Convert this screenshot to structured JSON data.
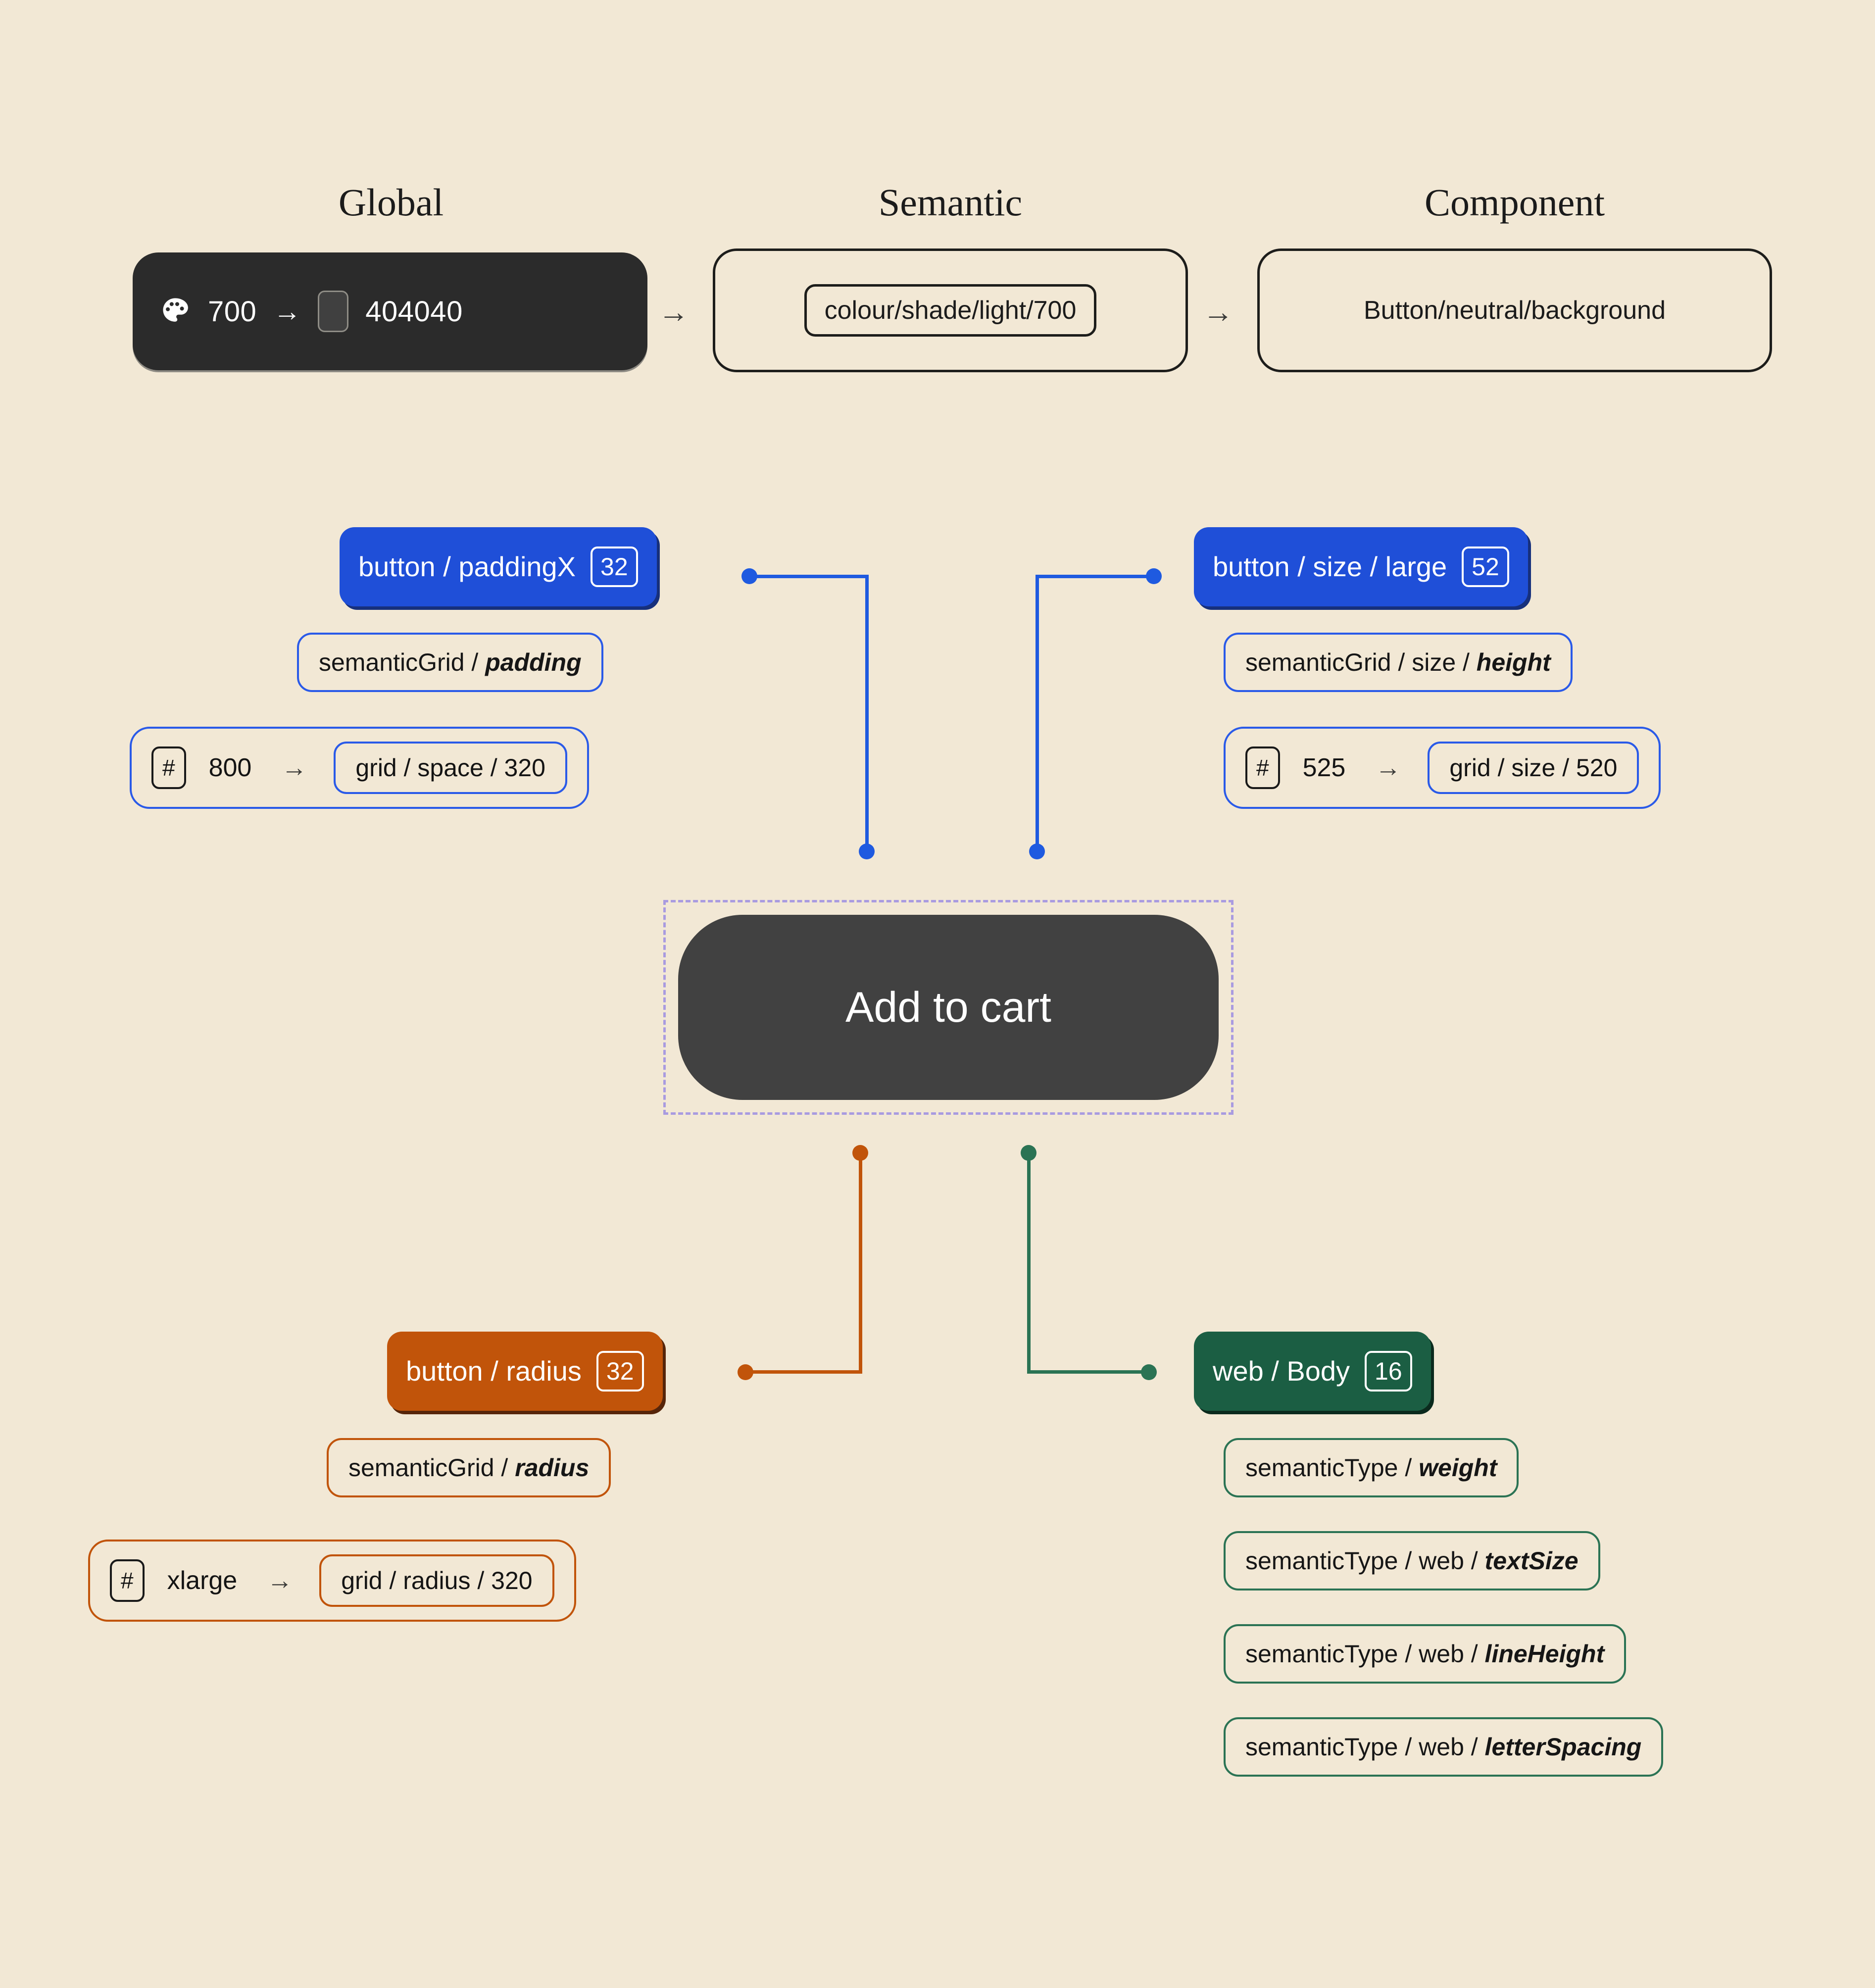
{
  "tiers": {
    "global": {
      "title": "Global",
      "icon": "palette-icon",
      "value": "700",
      "arrow": "→",
      "swatch_color": "#404040",
      "hex": "404040"
    },
    "semantic": {
      "title": "Semantic",
      "token": "colour/shade/light/700"
    },
    "component": {
      "title": "Component",
      "token": "Button/neutral/background"
    },
    "arrow": "→"
  },
  "preview": {
    "button_label": "Add to cart",
    "button_color": "#414141",
    "selection_color": "#a99be0"
  },
  "groups": {
    "padding": {
      "accent": "#1f4fd8",
      "chip_label": "button / paddingX",
      "chip_value": "32",
      "semantic_prefix": "semanticGrid / ",
      "semantic_emphasis": "padding",
      "hash": "#",
      "primitive_value": "800",
      "arrow": "→",
      "primitive_ref": "grid / space / 320"
    },
    "size": {
      "accent": "#1f4fd8",
      "chip_label": "button / size / large",
      "chip_value": "52",
      "semantic_prefix": "semanticGrid / size / ",
      "semantic_emphasis": "height",
      "hash": "#",
      "primitive_value": "525",
      "arrow": "→",
      "primitive_ref": "grid / size / 520"
    },
    "radius": {
      "accent": "#c1540a",
      "chip_label": "button / radius",
      "chip_value": "32",
      "semantic_prefix": "semanticGrid / ",
      "semantic_emphasis": "radius",
      "hash": "#",
      "primitive_value": "xlarge",
      "arrow": "→",
      "primitive_ref": "grid / radius / 320"
    },
    "type": {
      "accent": "#1b5e43",
      "chip_label": "web / Body",
      "chip_value": "16",
      "rows": [
        {
          "prefix": "semanticType / ",
          "emphasis": "weight"
        },
        {
          "prefix": "semanticType / web / ",
          "emphasis": "textSize"
        },
        {
          "prefix": "semanticType / web / ",
          "emphasis": "lineHeight"
        },
        {
          "prefix": "semanticType / web / ",
          "emphasis": "letterSpacing"
        }
      ]
    }
  }
}
